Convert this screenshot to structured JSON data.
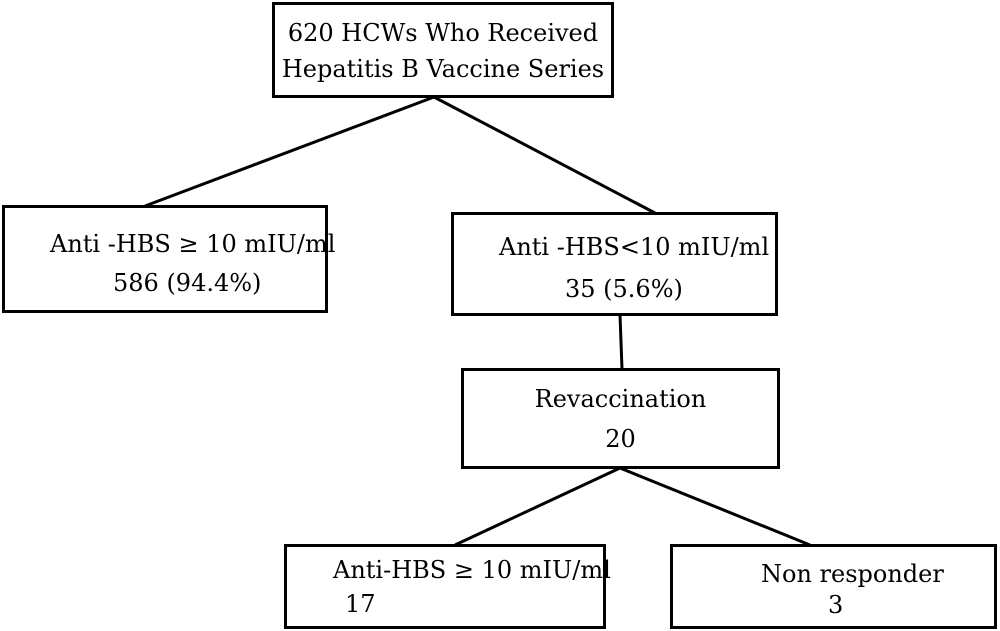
{
  "nodes": {
    "root": {
      "line1": "620 HCWs Who Received",
      "line2": "Hepatitis B Vaccine Series"
    },
    "responders": {
      "line1": "Anti -HBS ≥ 10 mIU/ml",
      "line2": "586 (94.4%)"
    },
    "low_responders": {
      "line1": "Anti -HBS<10 mIU/ml",
      "line2": "35 (5.6%)"
    },
    "revaccination": {
      "line1": "Revaccination",
      "line2": "20"
    },
    "revac_responders": {
      "line1": "Anti-HBS ≥ 10 mIU/ml",
      "line2": "17"
    },
    "non_responders": {
      "line1": "Non responder",
      "line2": "3"
    }
  },
  "colors": {
    "stroke": "#000000",
    "background": "#ffffff"
  }
}
